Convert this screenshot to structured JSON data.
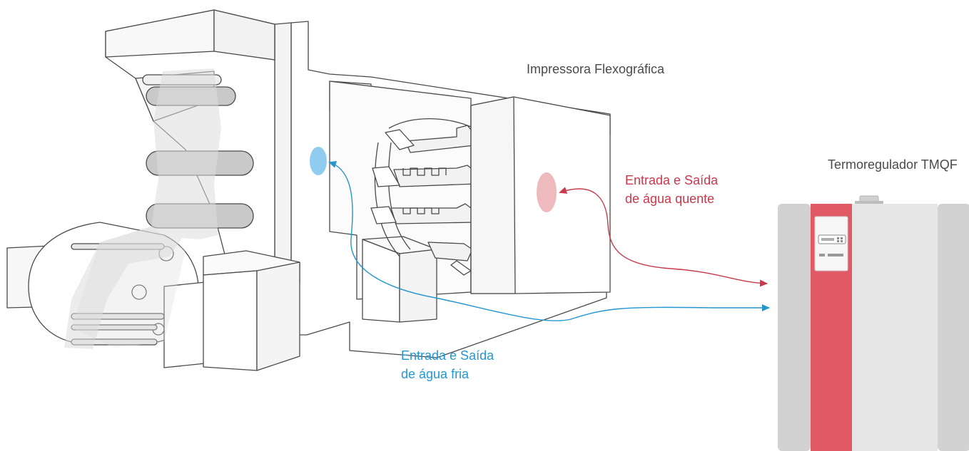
{
  "labels": {
    "machine": "Impressora Flexográfica",
    "regulator": "Termoregulador TMQF",
    "hot_line1": "Entrada e Saída",
    "hot_line2": "de água quente",
    "cold_line1": "Entrada e Saída",
    "cold_line2": "de água fria"
  },
  "colors": {
    "hot": "#c8394b",
    "cold": "#2596cf",
    "outline": "#4a4a4a",
    "regulator_accent": "#e05a66",
    "regulator_side": "#d2d2d2",
    "regulator_body": "#e6e6e6"
  },
  "icons": {
    "hot_port": "hot-water-port-icon",
    "cold_port": "cold-water-port-icon",
    "regulator_panel": "control-panel-icon"
  }
}
